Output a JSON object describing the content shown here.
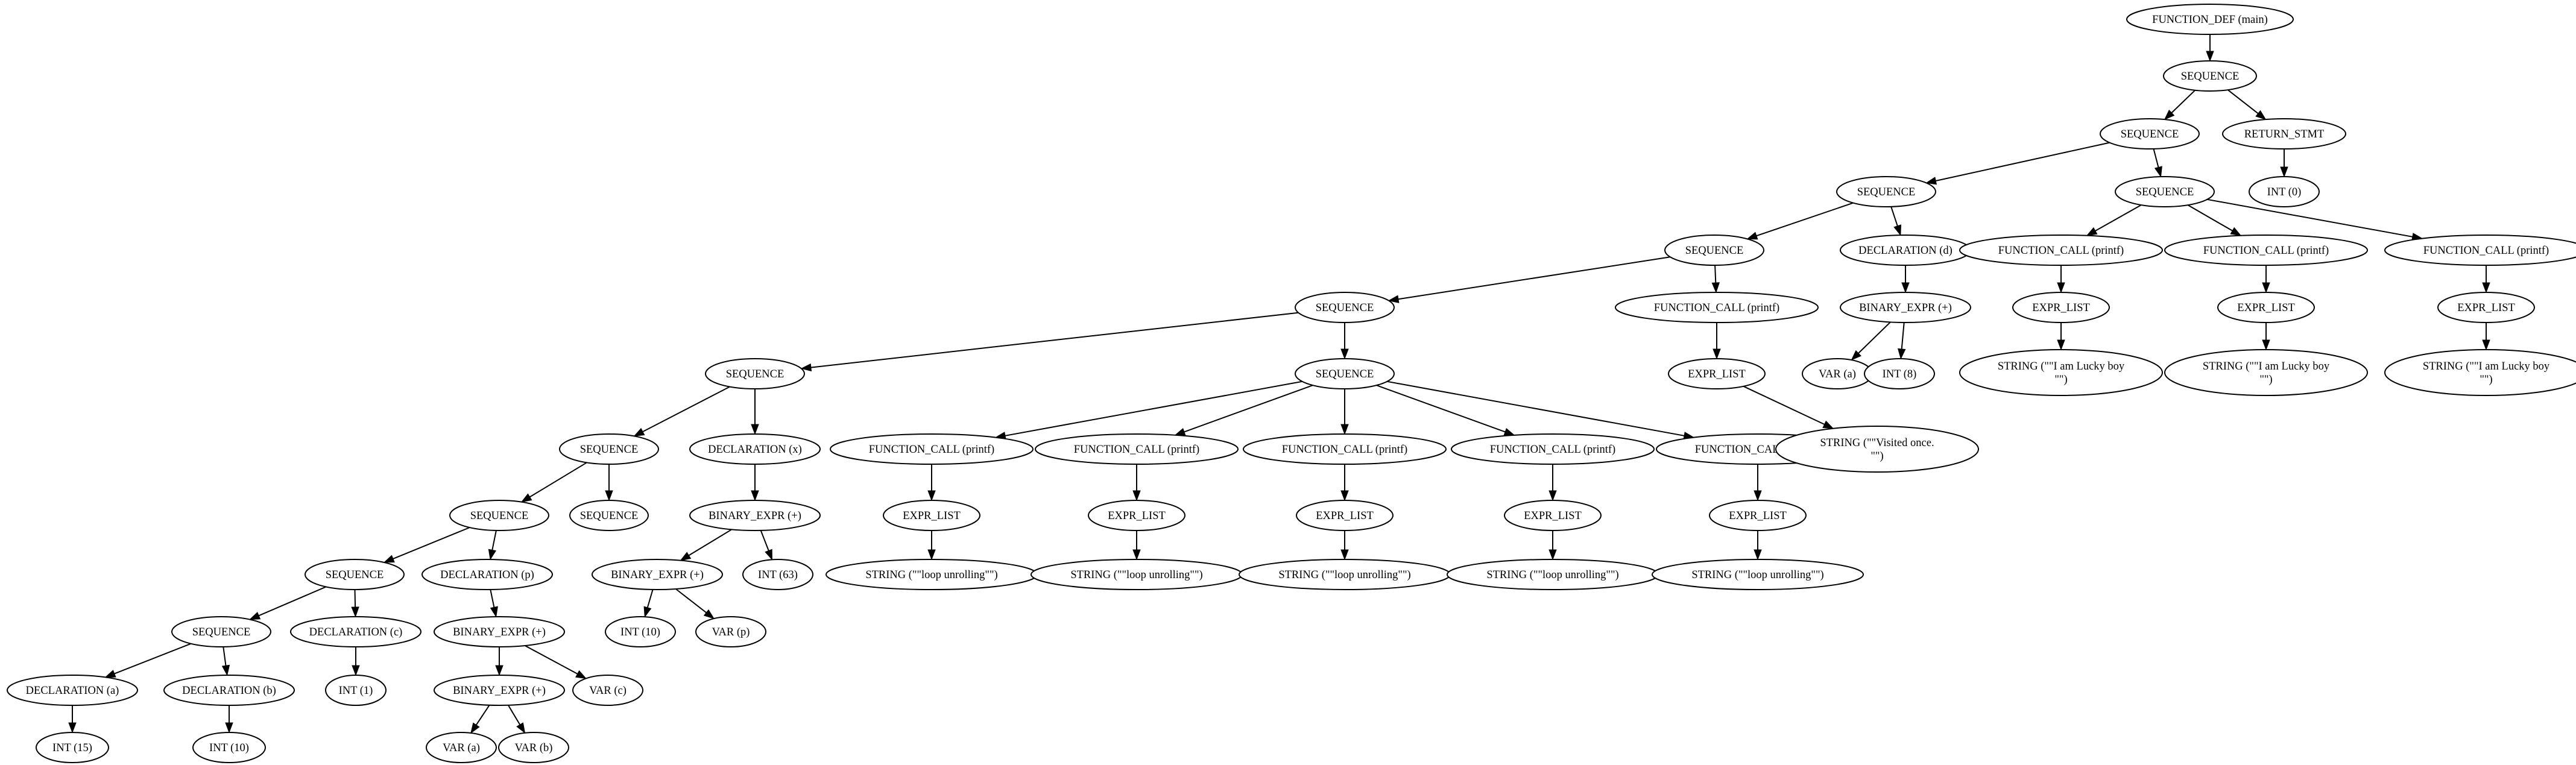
{
  "diagram": {
    "nodes": [
      {
        "id": "n0",
        "label": "FUNCTION_DEF (main)"
      },
      {
        "id": "n1",
        "label": "SEQUENCE"
      },
      {
        "id": "n2",
        "label": "SEQUENCE"
      },
      {
        "id": "n3",
        "label": "RETURN_STMT"
      },
      {
        "id": "n4",
        "label": "INT (0)"
      },
      {
        "id": "n5",
        "label": "SEQUENCE"
      },
      {
        "id": "n6",
        "label": "SEQUENCE"
      },
      {
        "id": "n7",
        "label": "SEQUENCE"
      },
      {
        "id": "n8",
        "label": "DECLARATION (d)"
      },
      {
        "id": "n9",
        "label": "FUNCTION_CALL (printf)"
      },
      {
        "id": "n10",
        "label": "FUNCTION_CALL (printf)"
      },
      {
        "id": "n11",
        "label": "FUNCTION_CALL (printf)"
      },
      {
        "id": "n12",
        "label": "SEQUENCE"
      },
      {
        "id": "n13",
        "label": "FUNCTION_CALL (printf)"
      },
      {
        "id": "n14",
        "label": "BINARY_EXPR (+)"
      },
      {
        "id": "n15",
        "label": "EXPR_LIST"
      },
      {
        "id": "n16",
        "label": "EXPR_LIST"
      },
      {
        "id": "n17",
        "label": "EXPR_LIST"
      },
      {
        "id": "n18",
        "label": "SEQUENCE"
      },
      {
        "id": "n19",
        "label": "SEQUENCE"
      },
      {
        "id": "n20",
        "label": "EXPR_LIST"
      },
      {
        "id": "n21",
        "label": "VAR (a)"
      },
      {
        "id": "n22",
        "label": "INT (8)"
      },
      {
        "id": "n23",
        "label": "STRING (\"\"I am Lucky boy\n\"\")"
      },
      {
        "id": "n24",
        "label": "STRING (\"\"I am Lucky boy\n\"\")"
      },
      {
        "id": "n25",
        "label": "STRING (\"\"I am Lucky boy\n\"\")"
      },
      {
        "id": "n26",
        "label": "SEQUENCE"
      },
      {
        "id": "n27",
        "label": "DECLARATION (x)"
      },
      {
        "id": "n28",
        "label": "FUNCTION_CALL (printf)"
      },
      {
        "id": "n29",
        "label": "FUNCTION_CALL (printf)"
      },
      {
        "id": "n30",
        "label": "FUNCTION_CALL (printf)"
      },
      {
        "id": "n31",
        "label": "FUNCTION_CALL (printf)"
      },
      {
        "id": "n32",
        "label": "FUNCTION_CALL (printf)"
      },
      {
        "id": "n33",
        "label": "STRING (\"\"Visited once.\n\"\")"
      },
      {
        "id": "n34",
        "label": "SEQUENCE"
      },
      {
        "id": "n35",
        "label": "SEQUENCE"
      },
      {
        "id": "n36",
        "label": "BINARY_EXPR (+)"
      },
      {
        "id": "n37",
        "label": "EXPR_LIST"
      },
      {
        "id": "n38",
        "label": "EXPR_LIST"
      },
      {
        "id": "n39",
        "label": "EXPR_LIST"
      },
      {
        "id": "n40",
        "label": "EXPR_LIST"
      },
      {
        "id": "n41",
        "label": "EXPR_LIST"
      },
      {
        "id": "n42",
        "label": "SEQUENCE"
      },
      {
        "id": "n43",
        "label": "DECLARATION (p)"
      },
      {
        "id": "n44",
        "label": "BINARY_EXPR (+)"
      },
      {
        "id": "n45",
        "label": "INT (63)"
      },
      {
        "id": "n46",
        "label": "STRING (\"\"loop unrolling\"\")"
      },
      {
        "id": "n47",
        "label": "STRING (\"\"loop unrolling\"\")"
      },
      {
        "id": "n48",
        "label": "STRING (\"\"loop unrolling\"\")"
      },
      {
        "id": "n49",
        "label": "STRING (\"\"loop unrolling\"\")"
      },
      {
        "id": "n50",
        "label": "STRING (\"\"loop unrolling\"\")"
      },
      {
        "id": "n51",
        "label": "SEQUENCE"
      },
      {
        "id": "n52",
        "label": "DECLARATION (c)"
      },
      {
        "id": "n53",
        "label": "BINARY_EXPR (+)"
      },
      {
        "id": "n54",
        "label": "INT (10)"
      },
      {
        "id": "n55",
        "label": "VAR (p)"
      },
      {
        "id": "n56",
        "label": "DECLARATION (a)"
      },
      {
        "id": "n57",
        "label": "DECLARATION (b)"
      },
      {
        "id": "n58",
        "label": "INT (1)"
      },
      {
        "id": "n59",
        "label": "BINARY_EXPR (+)"
      },
      {
        "id": "n60",
        "label": "VAR (c)"
      },
      {
        "id": "n61",
        "label": "INT (15)"
      },
      {
        "id": "n62",
        "label": "INT (10)"
      },
      {
        "id": "n63",
        "label": "VAR (a)"
      },
      {
        "id": "n64",
        "label": "VAR (b)"
      }
    ],
    "edges": [
      [
        "n0",
        "n1"
      ],
      [
        "n1",
        "n2"
      ],
      [
        "n1",
        "n3"
      ],
      [
        "n3",
        "n4"
      ],
      [
        "n2",
        "n5"
      ],
      [
        "n2",
        "n6"
      ],
      [
        "n5",
        "n7"
      ],
      [
        "n5",
        "n8"
      ],
      [
        "n6",
        "n9"
      ],
      [
        "n6",
        "n10"
      ],
      [
        "n6",
        "n11"
      ],
      [
        "n7",
        "n12"
      ],
      [
        "n7",
        "n13"
      ],
      [
        "n8",
        "n14"
      ],
      [
        "n9",
        "n15"
      ],
      [
        "n10",
        "n16"
      ],
      [
        "n11",
        "n17"
      ],
      [
        "n12",
        "n18"
      ],
      [
        "n12",
        "n19"
      ],
      [
        "n13",
        "n20"
      ],
      [
        "n14",
        "n21"
      ],
      [
        "n14",
        "n22"
      ],
      [
        "n15",
        "n23"
      ],
      [
        "n16",
        "n24"
      ],
      [
        "n17",
        "n25"
      ],
      [
        "n18",
        "n26"
      ],
      [
        "n18",
        "n27"
      ],
      [
        "n19",
        "n28"
      ],
      [
        "n19",
        "n29"
      ],
      [
        "n19",
        "n30"
      ],
      [
        "n19",
        "n31"
      ],
      [
        "n19",
        "n32"
      ],
      [
        "n20",
        "n33"
      ],
      [
        "n26",
        "n34"
      ],
      [
        "n26",
        "n35"
      ],
      [
        "n27",
        "n36"
      ],
      [
        "n28",
        "n37"
      ],
      [
        "n29",
        "n38"
      ],
      [
        "n30",
        "n39"
      ],
      [
        "n31",
        "n40"
      ],
      [
        "n32",
        "n41"
      ],
      [
        "n34",
        "n42"
      ],
      [
        "n34",
        "n43"
      ],
      [
        "n36",
        "n44"
      ],
      [
        "n36",
        "n45"
      ],
      [
        "n37",
        "n46"
      ],
      [
        "n38",
        "n47"
      ],
      [
        "n39",
        "n48"
      ],
      [
        "n40",
        "n49"
      ],
      [
        "n41",
        "n50"
      ],
      [
        "n42",
        "n51"
      ],
      [
        "n42",
        "n52"
      ],
      [
        "n43",
        "n53"
      ],
      [
        "n44",
        "n54"
      ],
      [
        "n44",
        "n55"
      ],
      [
        "n51",
        "n56"
      ],
      [
        "n51",
        "n57"
      ],
      [
        "n52",
        "n58"
      ],
      [
        "n53",
        "n59"
      ],
      [
        "n53",
        "n60"
      ],
      [
        "n56",
        "n61"
      ],
      [
        "n57",
        "n62"
      ],
      [
        "n59",
        "n63"
      ],
      [
        "n59",
        "n64"
      ]
    ]
  }
}
